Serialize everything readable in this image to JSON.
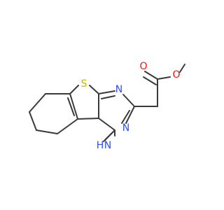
{
  "molecule": {
    "atoms": {
      "sulfur": {
        "label": "S",
        "color": "#c8b400"
      },
      "ring_n_upper": {
        "label": "N",
        "color": "#3050f8"
      },
      "ring_n_lower": {
        "label": "N",
        "color": "#3050f8"
      },
      "amino_n": {
        "label": "N",
        "color": "#3050f8"
      },
      "amino_h": {
        "label": "H",
        "color": "#3050f8"
      },
      "carbonyl_o": {
        "label": "O",
        "color": "#ff0d0d"
      },
      "ester_o": {
        "label": "O",
        "color": "#ff0d0d"
      }
    },
    "bond_color": "#3a3a3a"
  }
}
